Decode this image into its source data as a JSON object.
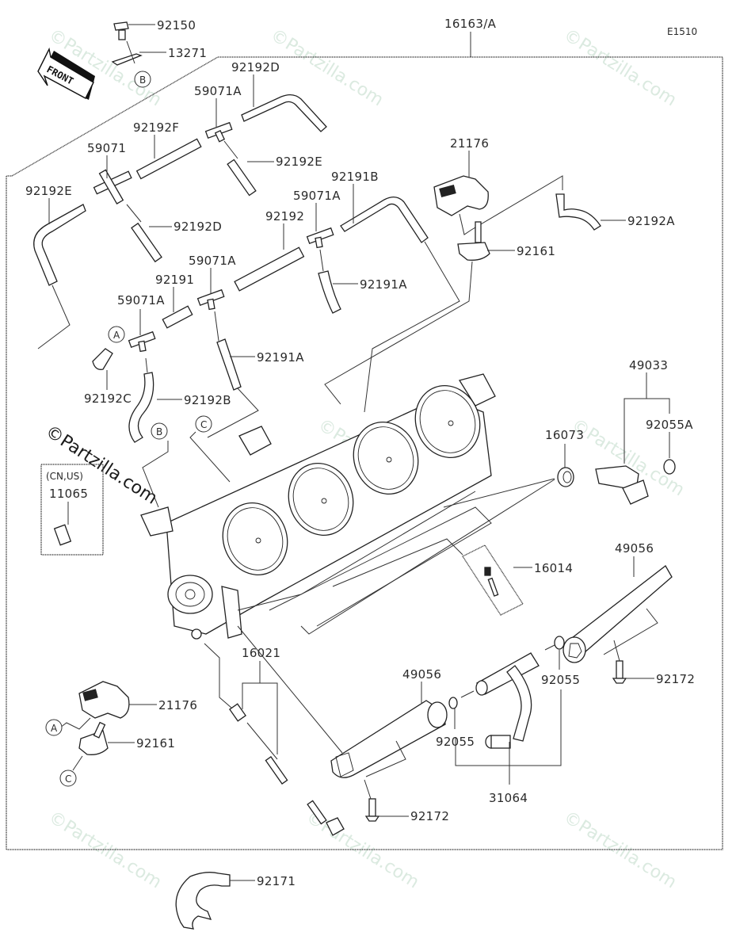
{
  "diagram": {
    "title_ref": "E1510",
    "front_arrow_label": "FRONT",
    "watermark": "©Partzilla.com",
    "assembly_label": "16163/A",
    "region_note": "(CN,US)",
    "callouts": {
      "A": "A",
      "B": "B",
      "C": "C"
    },
    "parts": [
      {
        "id": "p92150",
        "number": "92150"
      },
      {
        "id": "p13271",
        "number": "13271"
      },
      {
        "id": "p16163A",
        "number": "16163/A"
      },
      {
        "id": "p92192D_top",
        "number": "92192D"
      },
      {
        "id": "p59071A_top",
        "number": "59071A"
      },
      {
        "id": "p92192F",
        "number": "92192F"
      },
      {
        "id": "p59071",
        "number": "59071"
      },
      {
        "id": "p92192E_top",
        "number": "92192E"
      },
      {
        "id": "p92192D_left",
        "number": "92192D"
      },
      {
        "id": "p92192E_left",
        "number": "92192E"
      },
      {
        "id": "p92191B",
        "number": "92191B"
      },
      {
        "id": "p59071A_mid",
        "number": "59071A"
      },
      {
        "id": "p92192",
        "number": "92192"
      },
      {
        "id": "p92191A_right",
        "number": "92191A"
      },
      {
        "id": "p59071A_center",
        "number": "59071A"
      },
      {
        "id": "p92191",
        "number": "92191"
      },
      {
        "id": "p59071A_left",
        "number": "59071A"
      },
      {
        "id": "p92191A_center",
        "number": "92191A"
      },
      {
        "id": "p92192C",
        "number": "92192C"
      },
      {
        "id": "p92192B",
        "number": "92192B"
      },
      {
        "id": "p21176_top",
        "number": "21176"
      },
      {
        "id": "p92192A",
        "number": "92192A"
      },
      {
        "id": "p92161_top",
        "number": "92161"
      },
      {
        "id": "p49033",
        "number": "49033"
      },
      {
        "id": "p92055A",
        "number": "92055A"
      },
      {
        "id": "p16073",
        "number": "16073"
      },
      {
        "id": "p11065",
        "number": "11065"
      },
      {
        "id": "p16014",
        "number": "16014"
      },
      {
        "id": "p49056_right",
        "number": "49056"
      },
      {
        "id": "p16021",
        "number": "16021"
      },
      {
        "id": "p92172_right",
        "number": "92172"
      },
      {
        "id": "p92055_right",
        "number": "92055"
      },
      {
        "id": "p49056_left",
        "number": "49056"
      },
      {
        "id": "p92055_left",
        "number": "92055"
      },
      {
        "id": "p21176_bottom",
        "number": "21176"
      },
      {
        "id": "p92161_bottom",
        "number": "92161"
      },
      {
        "id": "p31064",
        "number": "31064"
      },
      {
        "id": "p92172_left",
        "number": "92172"
      },
      {
        "id": "p92171",
        "number": "92171"
      }
    ]
  }
}
